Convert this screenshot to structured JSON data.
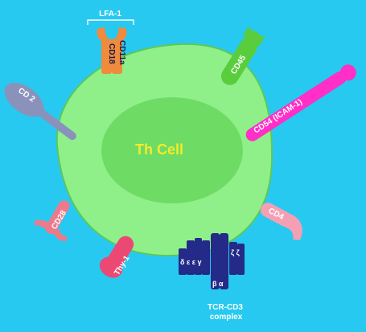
{
  "colors": {
    "background": "#27c9f0",
    "cell": "#8ff08a",
    "nucleus": "#6edc64",
    "outline": "#5cc85a",
    "title_text": "#f5ea2a",
    "cd11a_cd18": "#f08a3c",
    "cd45": "#5acd3c",
    "cd54": "#ff2fc8",
    "cd2": "#8a92bc",
    "cd4": "#f4a0b4",
    "cd28": "#ec7a8c",
    "thy1": "#ec4874",
    "tcr_cd3": "#242a88"
  },
  "title": "Th Cell",
  "molecules": {
    "lfa1": "LFA-1",
    "cd18": "CD18",
    "cd11a": "CD11a",
    "cd45": "CD45",
    "cd54": "CD54 (ICAM-1)",
    "cd2": "CD 2",
    "cd4": "CD4",
    "cd28": "CD28",
    "thy1": "Thy-1"
  },
  "tcr": {
    "left_chains": "δ ε ε γ",
    "right_chains": "ζ ζ",
    "bottom_chains": "β α",
    "label_line1": "TCR-CD3",
    "label_line2": "complex"
  }
}
